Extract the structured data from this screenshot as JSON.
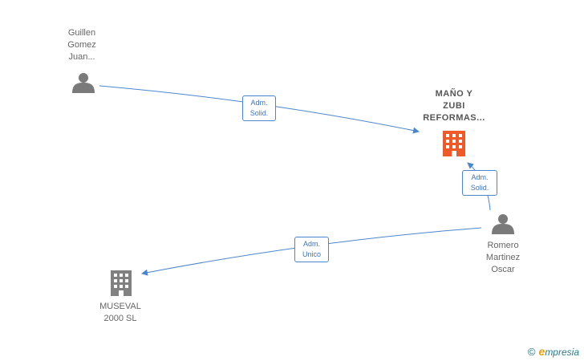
{
  "nodes": {
    "guillen": {
      "type": "person",
      "lines": [
        "Guillen",
        "Gomez",
        "Juan..."
      ]
    },
    "mano": {
      "type": "company",
      "highlight": true,
      "lines": [
        "MAÑO Y",
        "ZUBI",
        "REFORMAS..."
      ]
    },
    "romero": {
      "type": "person",
      "lines": [
        "Romero",
        "Martinez",
        "Oscar"
      ]
    },
    "museval": {
      "type": "company",
      "highlight": false,
      "lines": [
        "MUSEVAL",
        "2000  SL"
      ]
    }
  },
  "edges": [
    {
      "from": "guillen",
      "to": "mano",
      "label": [
        "Adm.",
        "Solid."
      ]
    },
    {
      "from": "romero",
      "to": "mano",
      "label": [
        "Adm.",
        "Solid."
      ]
    },
    {
      "from": "romero",
      "to": "museval",
      "label": [
        "Adm.",
        "Unico"
      ]
    }
  ],
  "colors": {
    "edge": "#4a86d0",
    "person_icon": "#7a7a7a",
    "company_icon": "#808080",
    "company_highlight": "#f05a28"
  },
  "icons": {
    "person": "person-icon",
    "company": "building-icon"
  },
  "watermark": {
    "copyright": "©",
    "brand_initial": "e",
    "brand_rest": "mpresia"
  }
}
